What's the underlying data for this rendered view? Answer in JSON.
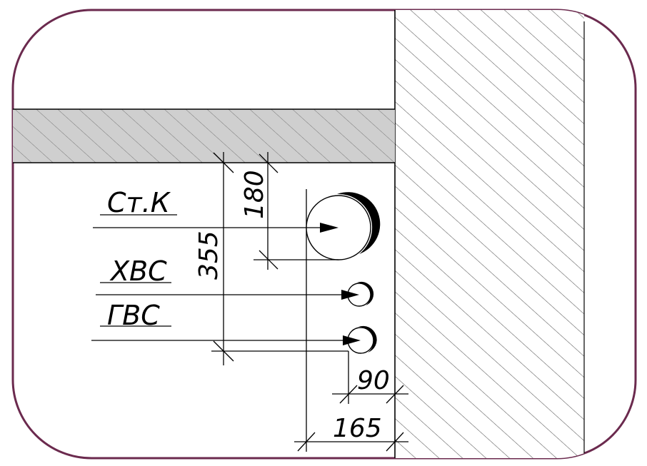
{
  "labels": {
    "stk": "Ст.К",
    "hvs": "ХВС",
    "gvs": "ГВС"
  },
  "dimensions": {
    "d180": "180",
    "d355": "355",
    "d90": "90",
    "d165": "165"
  },
  "colors": {
    "frame": "#6b2a4e",
    "line": "#000000",
    "hatch_wall": "#555555",
    "slab_fill": "#cfcfcf"
  }
}
